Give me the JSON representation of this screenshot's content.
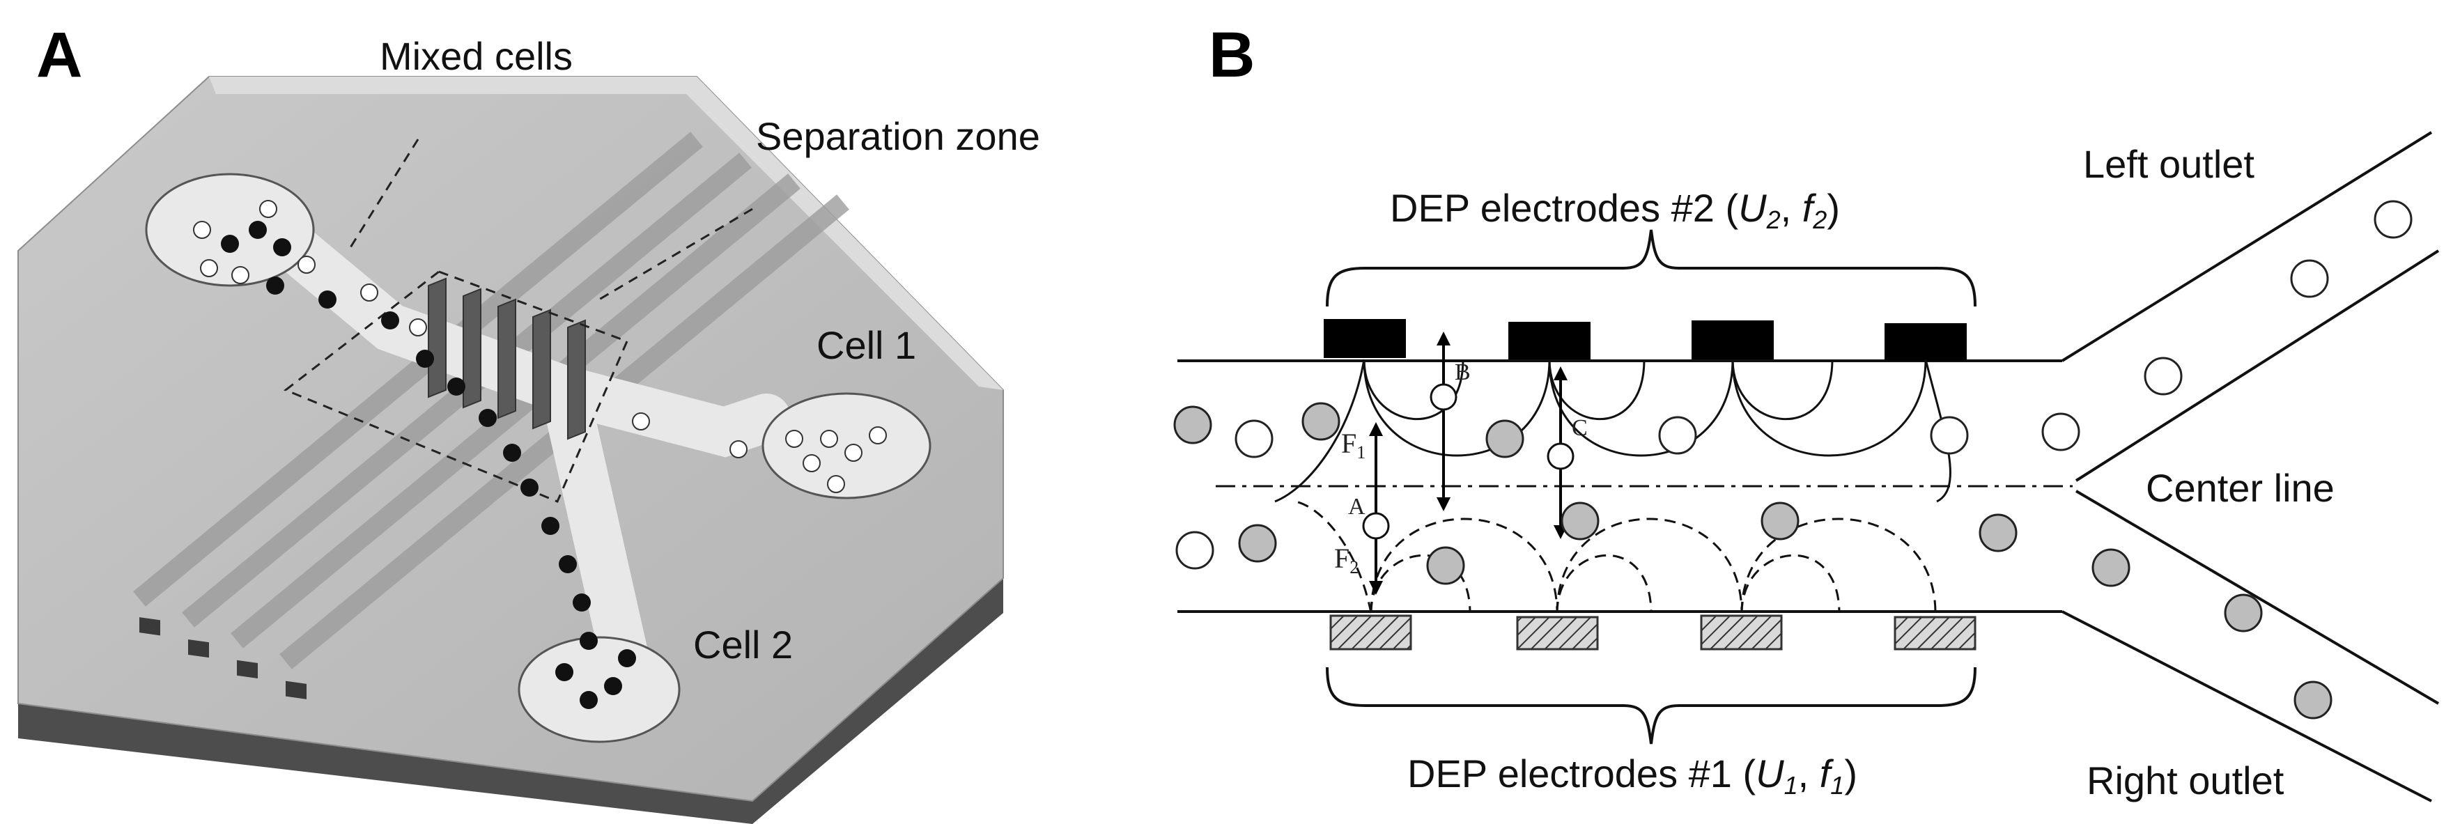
{
  "panel_a": {
    "letter": "A",
    "labels": {
      "mixed_cells": "Mixed cells",
      "separation_zone": "Separation zone",
      "cell_1": "Cell 1",
      "cell_2": "Cell 2"
    }
  },
  "panel_b": {
    "letter": "B",
    "labels": {
      "electrodes_top_prefix": "DEP electrodes #2 (",
      "electrodes_top_u": "U",
      "electrodes_top_u_sub": "2",
      "electrodes_top_sep": ", ",
      "electrodes_top_f": "f",
      "electrodes_top_f_sub": "2",
      "electrodes_top_suffix": ")",
      "electrodes_bottom_prefix": "DEP electrodes #1 (",
      "electrodes_bottom_u": "U",
      "electrodes_bottom_u_sub": "1",
      "electrodes_bottom_sep": ", ",
      "electrodes_bottom_f": "f",
      "electrodes_bottom_f_sub": "1",
      "electrodes_bottom_suffix": ")",
      "left_outlet": "Left outlet",
      "center_line": "Center line",
      "right_outlet": "Right outlet",
      "point_a": "A",
      "point_b": "B",
      "point_c": "C",
      "force_1": "F",
      "force_1_sub": "1",
      "force_2": "F",
      "force_2_sub": "2"
    }
  }
}
